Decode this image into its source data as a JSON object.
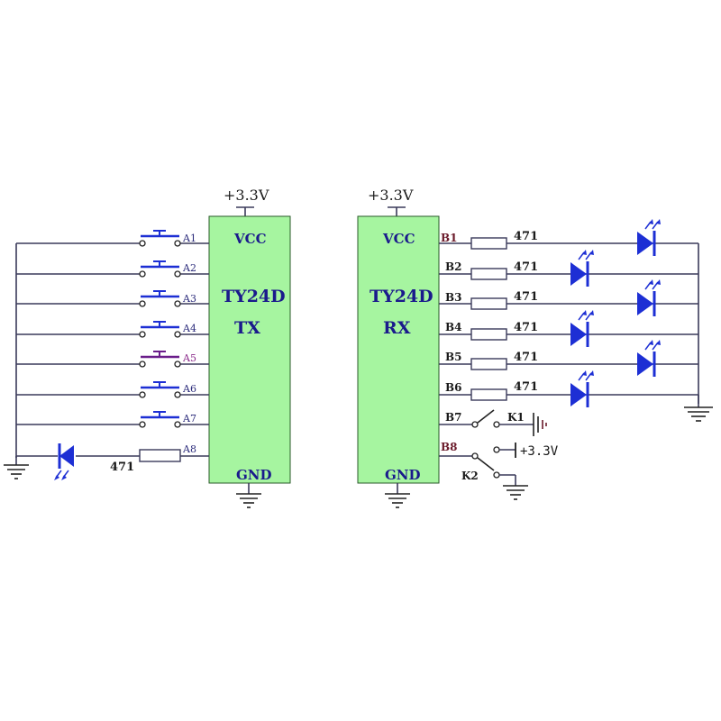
{
  "tx": {
    "supply": "+3.3V",
    "vcc": "VCC",
    "gnd": "GND",
    "name": "TY24D",
    "mode": "TX",
    "buttons": [
      "A1",
      "A2",
      "A3",
      "A4",
      "A5",
      "A6",
      "A7"
    ],
    "led_pin": "A8",
    "led_resistor": "471"
  },
  "rx": {
    "supply": "+3.3V",
    "vcc": "VCC",
    "gnd": "GND",
    "name": "TY24D",
    "mode": "RX",
    "outputs": [
      {
        "pin": "B1",
        "resistor": "471"
      },
      {
        "pin": "B2",
        "resistor": "471"
      },
      {
        "pin": "B3",
        "resistor": "471"
      },
      {
        "pin": "B4",
        "resistor": "471"
      },
      {
        "pin": "B5",
        "resistor": "471"
      },
      {
        "pin": "B6",
        "resistor": "471"
      }
    ],
    "b7": {
      "pin": "B7",
      "switch": "K1"
    },
    "b8": {
      "pin": "B8",
      "switch": "K2",
      "supply": "+3.3V"
    }
  },
  "colors": {
    "chip_fill": "#a6f5a0",
    "chip_stroke": "#2a5a2a",
    "led": "#1d2fd4",
    "wire": "#3a3a5a",
    "chip_text": "#1a1a8c"
  }
}
